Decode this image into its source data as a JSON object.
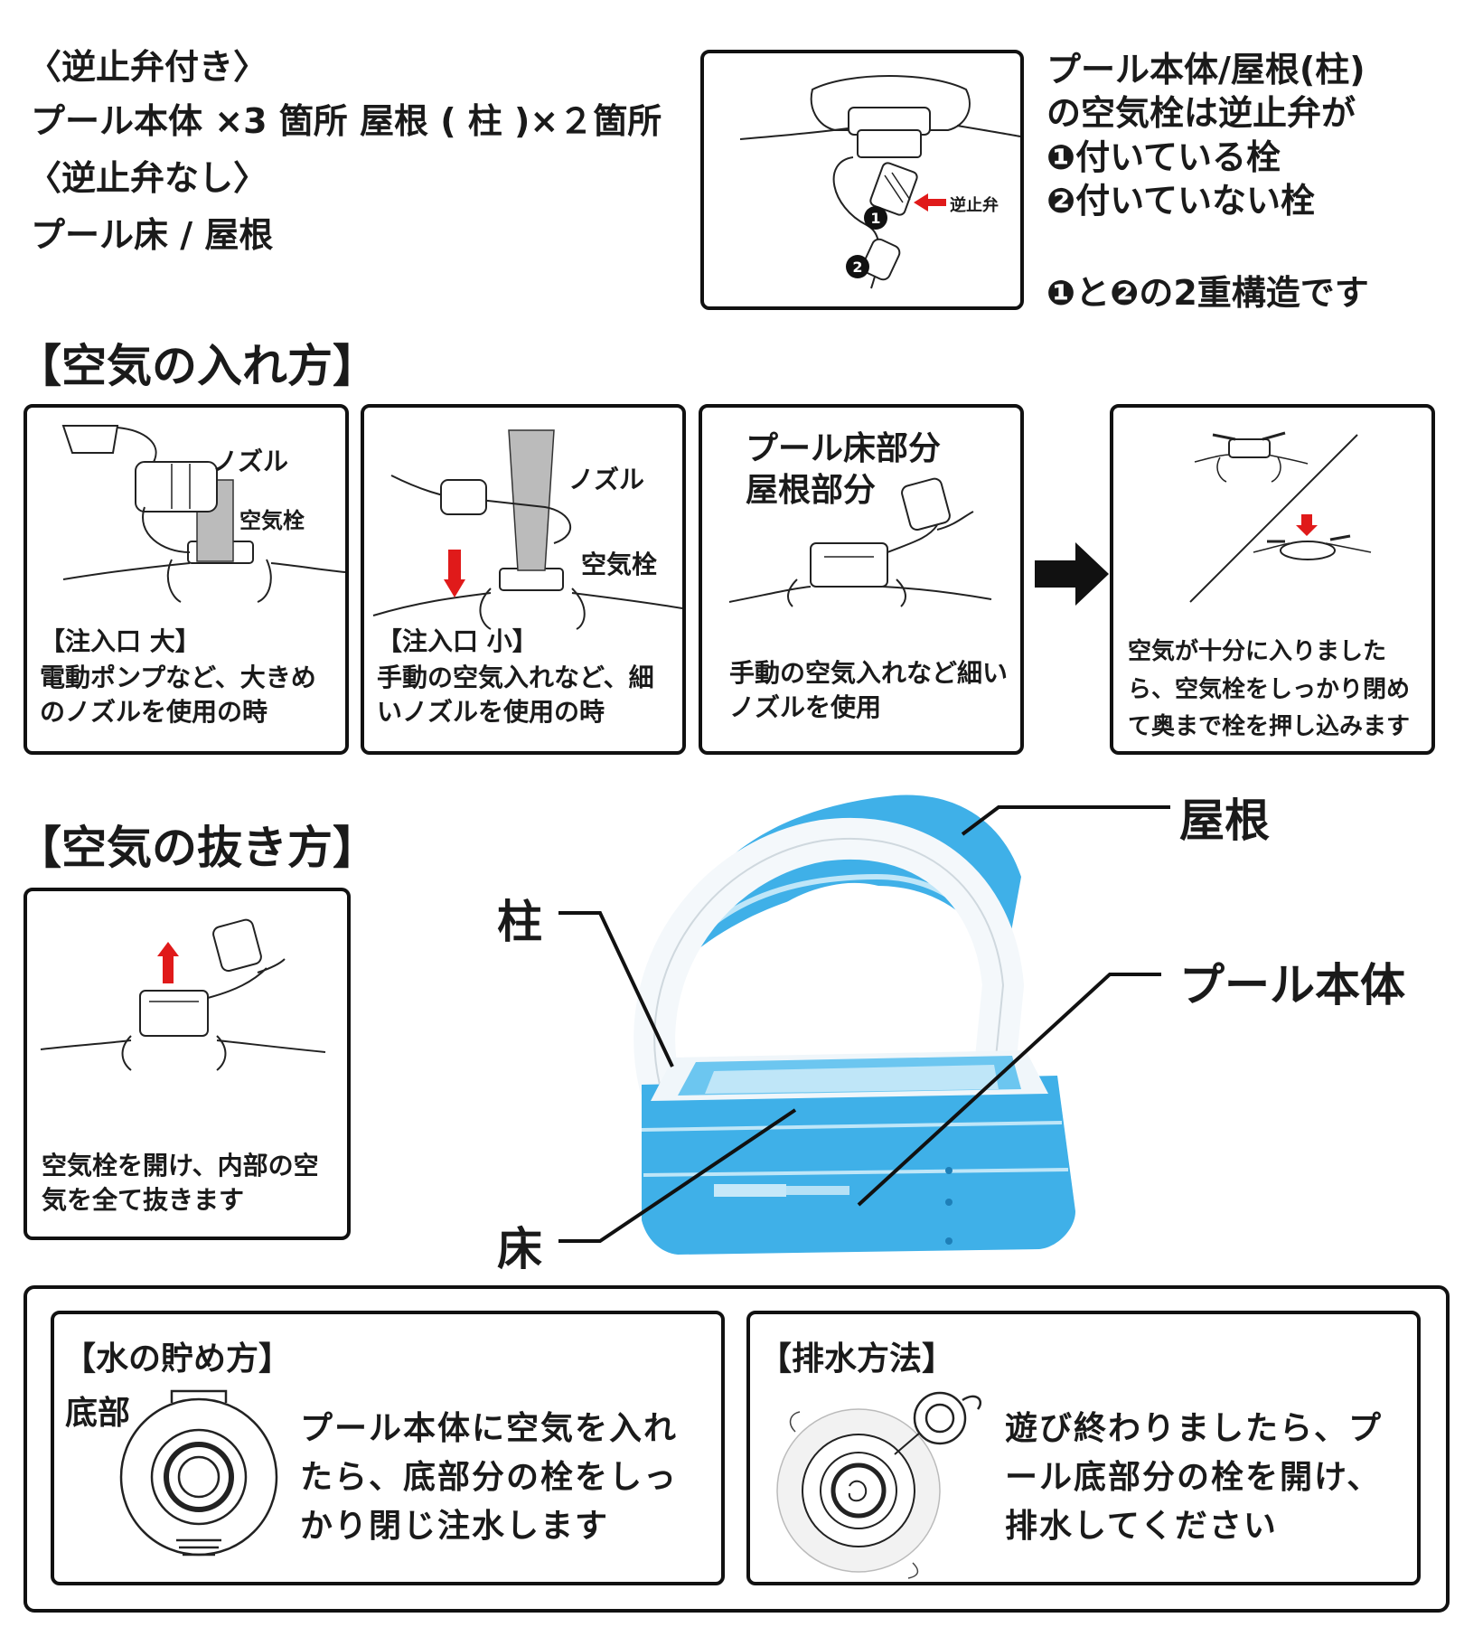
{
  "valve_info": {
    "with_check_heading": "〈逆止弁付き〉",
    "with_check_items": "プール本体 ×3 箇所 屋根 ( 柱 )×２箇所",
    "without_check_heading": "〈逆止弁なし〉",
    "without_check_items": "プール床 / 屋根",
    "check_valve_label": "逆止弁",
    "explain_line1": "プール本体/屋根(柱)",
    "explain_line2": "の空気栓は逆止弁が",
    "explain_line3": "❶付いている栓",
    "explain_line4": "❷付いていない栓",
    "explain_line5": "❶と❷の2重構造です"
  },
  "inflate": {
    "heading": "【空気の入れ方】",
    "step1": {
      "nozzle_label": "ノズル",
      "plug_label": "空気栓",
      "title": "【注入口 大】",
      "text": "電動ポンプなど、大きめのノズルを使用の時"
    },
    "step2": {
      "nozzle_label": "ノズル",
      "plug_label": "空気栓",
      "title": "【注入口 小】",
      "text": "手動の空気入れなど、細いノズルを使用の時"
    },
    "step3": {
      "title_line1": "プール床部分",
      "title_line2": "屋根部分",
      "text": "手動の空気入れなど細いノズルを使用"
    },
    "step4": {
      "text": "空気が十分に入りましたら、空気栓をしっかり閉めて奥まで栓を押し込みます"
    }
  },
  "deflate": {
    "heading": "【空気の抜き方】",
    "text": "空気栓を開け、内部の空気を全て抜きます"
  },
  "pool_labels": {
    "roof": "屋根",
    "pillar": "柱",
    "body": "プール本体",
    "floor": "床"
  },
  "water": {
    "fill_heading": "【水の貯め方】",
    "bottom_label": "底部",
    "fill_text": "プール本体に空気を入れたら、底部分の栓をしっかり閉じ注水します",
    "drain_heading": "【排水方法】",
    "drain_text": "遊び終わりましたら、プール底部分の栓を開け、排水してください"
  },
  "colors": {
    "pool_blue": "#3fb0e8",
    "pool_light": "#bfe6f8",
    "arrow_red": "#e01a1a"
  }
}
